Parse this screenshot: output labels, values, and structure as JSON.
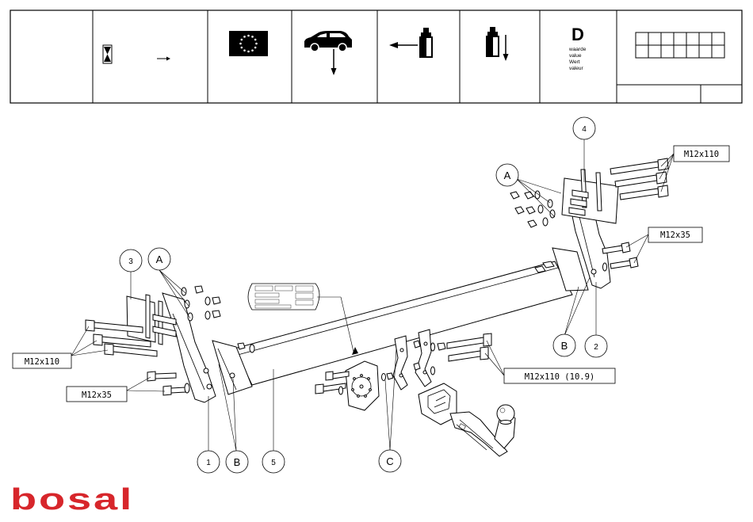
{
  "header": {
    "d_symbol": "D",
    "d_units": [
      "waarde",
      "value",
      "Wert",
      "valeur"
    ]
  },
  "balloons": {
    "p1": "1",
    "p2": "2",
    "p3": "3",
    "p4": "4",
    "p5": "5",
    "a_left": "A",
    "a_right": "A",
    "b_left": "B",
    "b_right": "B",
    "c": "C"
  },
  "bolt_labels": {
    "right_long": "M12x110",
    "right_short": "M12x35",
    "left_long": "M12x110",
    "left_short": "M12x35",
    "ball": "M12x110 (10.9)"
  },
  "brand": {
    "name": "bosal",
    "color": "#d7262b"
  }
}
